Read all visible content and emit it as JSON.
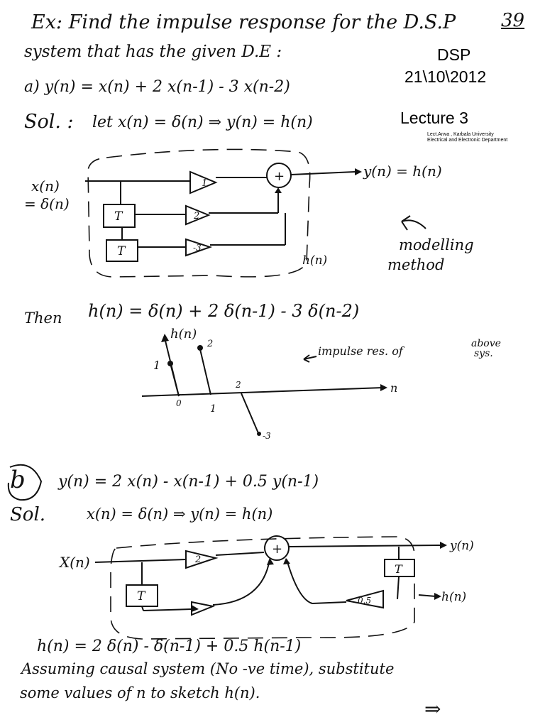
{
  "header": {
    "example_line": "Ex: Find the impulse response for the D.S.P",
    "page_number": "39",
    "system_line": "system that has the given D.E :",
    "course": "DSP",
    "date": "21\\10\\2012",
    "lecture": "Lecture 3",
    "credit_line1": "Lect.Arwa , Karbala University",
    "credit_line2": "Electrical and Electronic Department"
  },
  "part_a": {
    "equation": "a)  y(n) = x(n) + 2 x(n-1) - 3 x(n-2)",
    "sol_label": "Sol. :",
    "sol_text": "let   x(n) = δ(n) ⇒ y(n) = h(n)",
    "diagram": {
      "input_label_1": "x(n)",
      "input_label_2": "= δ(n)",
      "delay_1": "T",
      "delay_2": "T",
      "gain_1": "1",
      "gain_2": "2",
      "gain_3": "-3",
      "adder": "+",
      "output_label": "y(n) = h(n)",
      "inner_label": "h(n)",
      "note_1": "modelling",
      "note_2": "method"
    },
    "then_label": "Then",
    "result": "h(n) = δ(n) + 2 δ(n-1) - 3 δ(n-2)",
    "stem_plot": {
      "y_axis_label": "h(n)",
      "x_axis_label": "n",
      "tick_0": "0",
      "tick_1": "1",
      "tick_2": "2",
      "val_1": "1",
      "val_2": "2",
      "val_3": "-3",
      "annotation_1": "impulse res. of",
      "annotation_2": "above",
      "annotation_3": "sys."
    }
  },
  "part_b": {
    "label": "b",
    "equation": "y(n) = 2 x(n) - x(n-1) + 0.5  y(n-1)",
    "sol_label": "Sol.",
    "sol_text": "x(n) = δ(n) ⇒ y(n) = h(n)",
    "diagram": {
      "input_label": "X(n)",
      "gain_1": "2",
      "gain_2": "0.5",
      "delay_1": "T",
      "delay_2": "T",
      "adder": "+",
      "output_label": "y(n)",
      "inner_label": "h(n)"
    },
    "result": "h(n) = 2 δ(n) - δ(n-1) + 0.5 h(n-1)",
    "note_1": "Assuming causal  system  (No -ve time), substitute",
    "note_2": "some values of  n  to  sketch  h(n).",
    "continue_arrow": "⇒"
  }
}
